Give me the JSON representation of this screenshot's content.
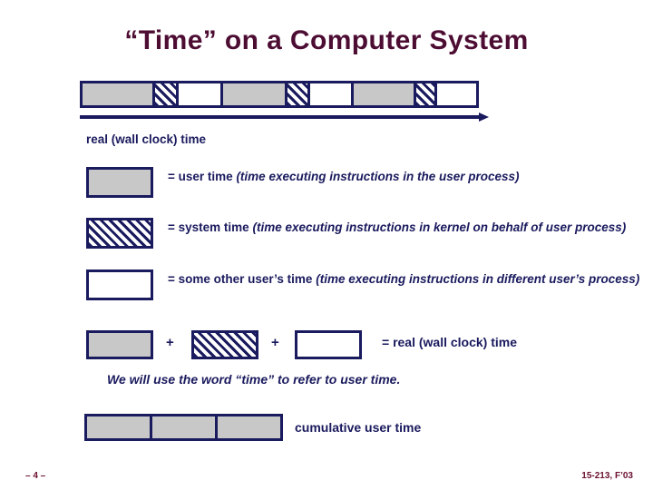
{
  "slide": {
    "title": "“Time” on a Computer System",
    "title_color": "#4d0d33",
    "accent_color": "#1a1a5e",
    "fill_gray": "#c8c8c8",
    "background": "#ffffff"
  },
  "timeline": {
    "axis_label": "real (wall clock) time",
    "segments": [
      {
        "fill": "gray",
        "width": 78
      },
      {
        "fill": "hatch",
        "width": 26
      },
      {
        "fill": "white",
        "width": 50
      },
      {
        "fill": "gray",
        "width": 72
      },
      {
        "fill": "hatch",
        "width": 25
      },
      {
        "fill": "white",
        "width": 48
      },
      {
        "fill": "gray",
        "width": 70
      },
      {
        "fill": "hatch",
        "width": 24
      },
      {
        "fill": "white",
        "width": 47
      }
    ]
  },
  "legend": [
    {
      "swatch": "gray",
      "name": "= user time",
      "description": "(time executing instructions in the user process)"
    },
    {
      "swatch": "hatch",
      "name": "= system time",
      "description": "(time executing instructions in kernel on behalf of user process)"
    },
    {
      "swatch": "white",
      "name": "= some other user’s time",
      "description": "(time executing instructions in different user’s process)"
    }
  ],
  "equation": {
    "box1": "gray",
    "op1": "+",
    "box2": "hatch",
    "op2": "+",
    "box3": "white",
    "result": "=  real (wall clock) time"
  },
  "note": "We will use the word “time” to refer to user time.",
  "cumulative": {
    "cells": [
      "gray",
      "gray",
      "gray"
    ],
    "label": "cumulative user time"
  },
  "footer": {
    "left": "– 4 –",
    "right": "15-213, F’03"
  }
}
